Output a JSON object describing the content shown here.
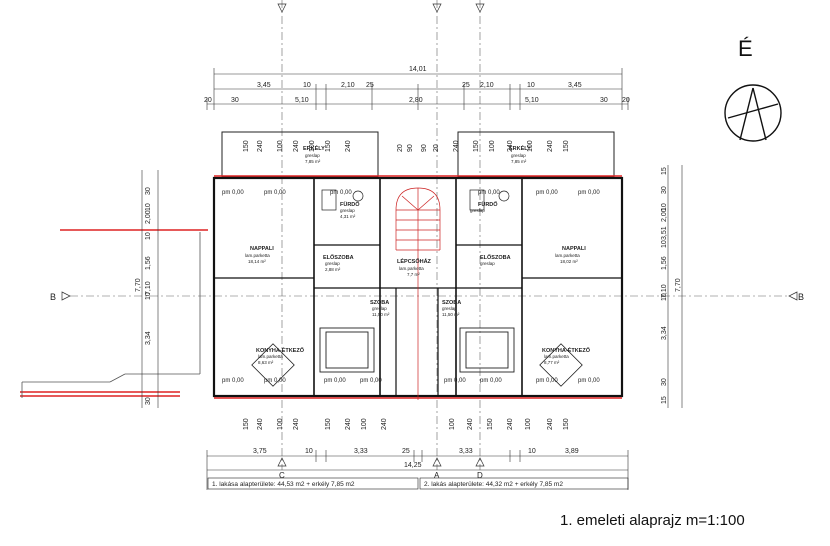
{
  "drawing": {
    "title": "1. emeleti alaprajz m=1:100",
    "north_label": "É",
    "section_labels": {
      "b_left": "B",
      "b_right": "B",
      "a": "A",
      "c": "C",
      "d": "D"
    },
    "overall_dims": {
      "top_total": "14,01",
      "bottom_total": "14,25",
      "side_total": "7,70"
    },
    "top_dims_row1": [
      "3,45",
      "10",
      "2,10",
      "25",
      "25",
      "2,10",
      "10",
      "3,45"
    ],
    "top_dims_row2": [
      "20",
      "30",
      "5,10",
      "2,80",
      "5,10",
      "30",
      "20"
    ],
    "bottom_dims": [
      "3,75",
      "10",
      "3,33",
      "25",
      "3,33",
      "10",
      "3,89"
    ],
    "left_dims": [
      "30",
      "10",
      "2,00",
      "10",
      "1,56",
      "7,10",
      "10",
      "3,34",
      "30"
    ],
    "right_dims": [
      "15",
      "30",
      "10",
      "3,51",
      "2,00",
      "10",
      "1,56",
      "7,10",
      "10",
      "3,34",
      "30",
      "15"
    ],
    "window_dims_top": [
      "150",
      "240",
      "100",
      "240",
      "100",
      "150",
      "240",
      "20",
      "90",
      "90",
      "20",
      "240",
      "150",
      "100",
      "240",
      "100",
      "240",
      "150"
    ],
    "window_dims_bottom": [
      "150",
      "240",
      "100",
      "240",
      "150",
      "240",
      "100",
      "240",
      "100",
      "240",
      "150",
      "240",
      "100",
      "240",
      "150"
    ],
    "rooms": [
      {
        "name": "ERKÉLY",
        "material": "greslap",
        "area": "7,85 m²"
      },
      {
        "name": "ERKÉLY",
        "material": "greslap",
        "area": "7,85 m²"
      },
      {
        "name": "FÜRDŐ",
        "material": "greslap",
        "area": "4,31 m²"
      },
      {
        "name": "FÜRDŐ",
        "material": "greslap",
        "area": ""
      },
      {
        "name": "NAPPALI",
        "material": "lam.parketta",
        "area": "18,14 m²"
      },
      {
        "name": "NAPPALI",
        "material": "lam.parketta",
        "area": "18,02 m²"
      },
      {
        "name": "ELŐSZOBA",
        "material": "greslap",
        "area": "2,88 m²"
      },
      {
        "name": "ELŐSZOBA",
        "material": "greslap",
        "area": ""
      },
      {
        "name": "LÉPCSŐHÁZ",
        "material": "lam.parketta",
        "area": "7,7 m²"
      },
      {
        "name": "SZOBA",
        "material": "greslap",
        "area": "11,50 m²"
      },
      {
        "name": "SZOBA",
        "material": "greslap",
        "area": "11,50 m²"
      },
      {
        "name": "KONYHA-ÉTKEZŐ",
        "material": "lam.parketta",
        "area": "8,63 m²"
      },
      {
        "name": "KONYHA-ÉTKEZŐ",
        "material": "lam.parketta",
        "area": "8,77 m²"
      }
    ],
    "pm_label": "pm 0,00",
    "summaries": [
      "1. lakása alapterülete: 44,53 m2 + erkély 7,85 m2",
      "2. lakás alapterülete: 44,32 m2 + erkély 7,85 m2"
    ]
  }
}
